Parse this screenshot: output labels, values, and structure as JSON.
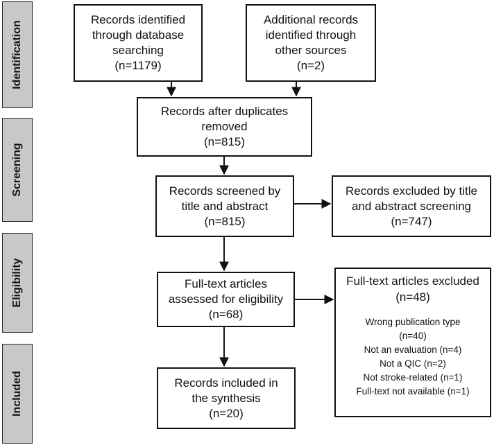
{
  "stages": [
    {
      "key": "identification",
      "label": "Identification"
    },
    {
      "key": "screening",
      "label": "Screening"
    },
    {
      "key": "eligibility",
      "label": "Eligibility"
    },
    {
      "key": "included",
      "label": "Included"
    }
  ],
  "boxes": {
    "database": {
      "lines": [
        "Records identified",
        "through database",
        "searching",
        "(n=1179)"
      ]
    },
    "other_sources": {
      "lines": [
        "Additional records",
        "identified through",
        "other sources",
        "(n=2)"
      ]
    },
    "after_duplicates": {
      "lines": [
        "Records after duplicates",
        "removed",
        "(n=815)"
      ]
    },
    "screened": {
      "lines": [
        "Records screened by",
        "title and abstract",
        "(n=815)"
      ]
    },
    "excluded_title": {
      "lines": [
        "Records excluded by title",
        "and abstract screening",
        "(n=747)"
      ]
    },
    "fulltext": {
      "lines": [
        "Full-text articles",
        "assessed for eligibility",
        "(n=68)"
      ]
    },
    "included": {
      "lines": [
        "Records included in",
        "the synthesis",
        "(n=20)"
      ]
    }
  },
  "fulltext_excluded": {
    "title": "Full-text articles excluded",
    "count": "(n=48)",
    "reasons": [
      "Wrong publication type",
      "(n=40)",
      "Not an evaluation (n=4)",
      "Not a QIC (n=2)",
      "Not stroke-related (n=1)",
      "Full-text not available (n=1)"
    ]
  }
}
